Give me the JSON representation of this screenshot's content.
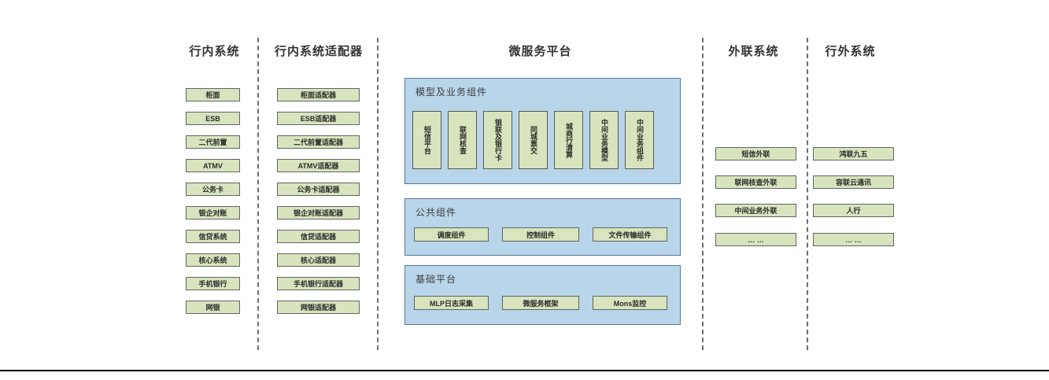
{
  "colors": {
    "box_fill": "#d7e4bd",
    "box_border": "#646464",
    "panel_fill": "#b9d5ea",
    "panel_border": "#5a7794",
    "divider": "#6e6e6e",
    "bottom_rule": "#000000",
    "text": "#2b2b2b"
  },
  "columns": {
    "internal_systems": {
      "title": "行内系统",
      "items": [
        "柜面",
        "ESB",
        "二代前置",
        "ATMV",
        "公务卡",
        "银企对账",
        "信贷系统",
        "核心系统",
        "手机银行",
        "网银"
      ]
    },
    "adapters": {
      "title": "行内系统适配器",
      "items": [
        "柜面适配器",
        "ESB适配器",
        "二代前置适配器",
        "ATMV适配器",
        "公务卡适配器",
        "银企对账适配器",
        "信贷适配器",
        "核心适配器",
        "手机银行适配器",
        "网银适配器"
      ]
    },
    "platform": {
      "title": "微服务平台",
      "panels": {
        "model": {
          "title": "模型及业务组件",
          "items": [
            "短信平台",
            "联网核查",
            "银联及银行卡",
            "同城票交",
            "城商行清算",
            "中间业务模型",
            "中间业务组件"
          ]
        },
        "common": {
          "title": "公共组件",
          "items": [
            "调度组件",
            "控制组件",
            "文件传输组件"
          ]
        },
        "base": {
          "title": "基础平台",
          "items": [
            "MLP日志采集",
            "微服务框架",
            "Mons监控"
          ]
        }
      }
    },
    "outreach_systems": {
      "title": "外联系统",
      "items": [
        "短信外联",
        "联网核查外联",
        "中间业务外联",
        "… …"
      ]
    },
    "external_systems": {
      "title": "行外系统",
      "items": [
        "鸿联九五",
        "容联云通讯",
        "人行",
        "… …"
      ]
    }
  }
}
